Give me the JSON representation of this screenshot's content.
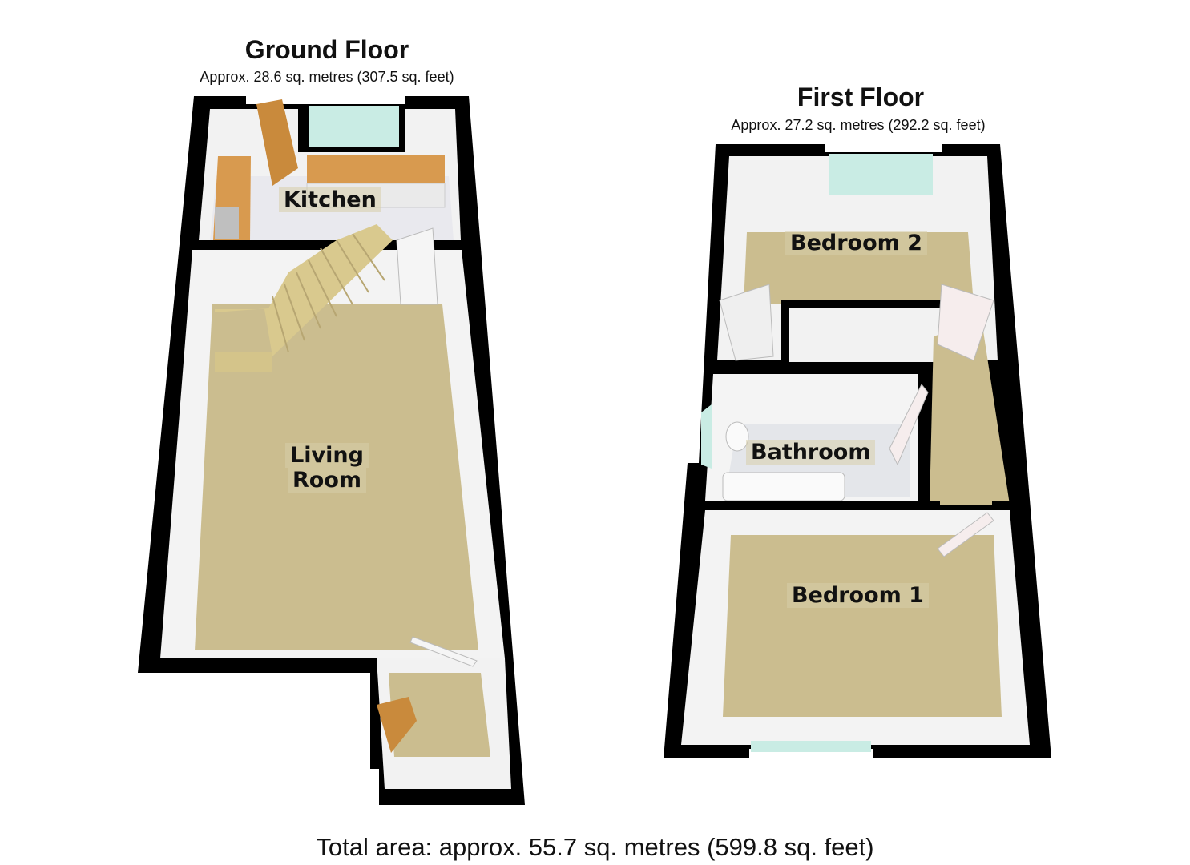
{
  "ground_floor": {
    "title": "Ground Floor",
    "area": "Approx. 28.6 sq. metres (307.5 sq. feet)",
    "rooms": {
      "kitchen": "Kitchen",
      "living_line1": "Living",
      "living_line2": "Room"
    }
  },
  "first_floor": {
    "title": "First Floor",
    "area": "Approx. 27.2 sq. metres (292.2 sq. feet)",
    "rooms": {
      "bedroom2": "Bedroom 2",
      "bathroom": "Bathroom",
      "bedroom1": "Bedroom 1"
    }
  },
  "total_area": "Total area: approx. 55.7 sq. metres (599.8 sq. feet)",
  "colors": {
    "wall": "#000000",
    "carpet": "#cbbd8f",
    "wall_inner": "#f4f4f4",
    "kitchen_counter": "#d89a4f",
    "window": "#c9ece4",
    "door": "#c98a3c",
    "tile_floor": "#e8e8ec"
  }
}
